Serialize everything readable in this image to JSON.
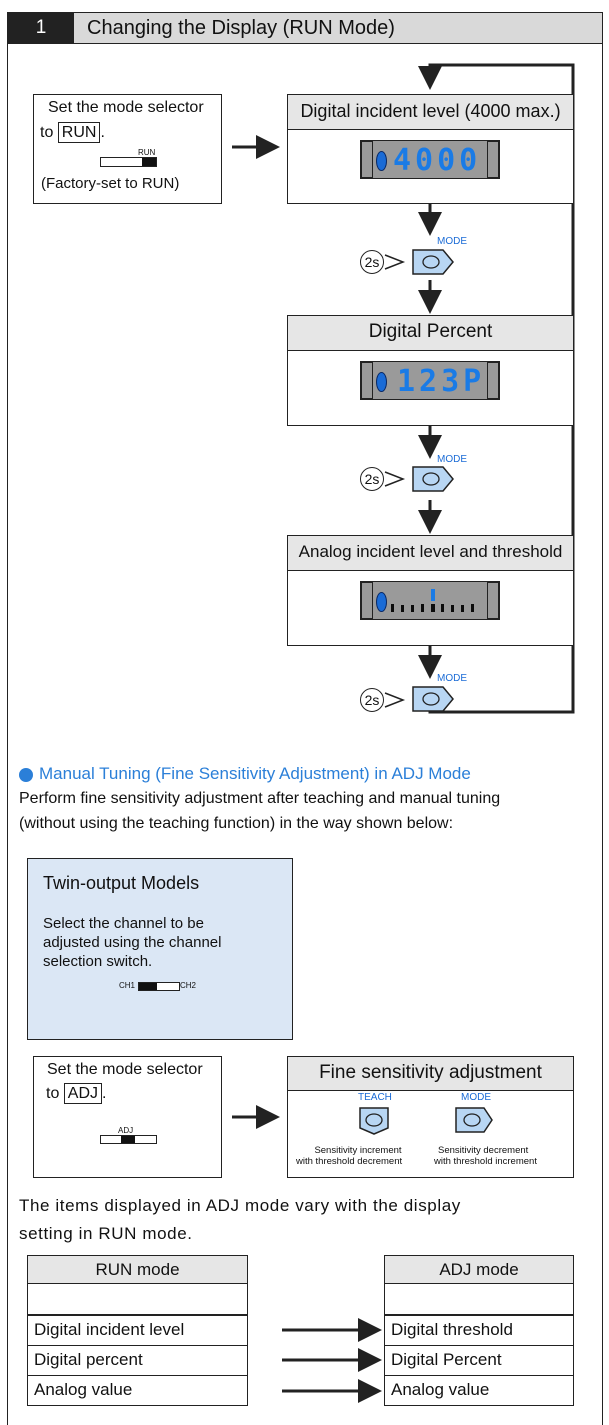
{
  "header": {
    "number": "1",
    "title": "Changing the Display (RUN Mode)"
  },
  "run_selector": {
    "line1": "Set the mode selector",
    "line2_prefix": "to",
    "tag": "RUN",
    "line2_suffix": ".",
    "switch_label": "RUN",
    "note": "(Factory-set to RUN)"
  },
  "cards": [
    {
      "title": "Digital incident level (4000 max.)",
      "display": "4000"
    },
    {
      "title": "Digital Percent",
      "display": "123P"
    },
    {
      "title": "Analog incident level and threshold",
      "display": "analog-bar"
    }
  ],
  "mode_steps": [
    {
      "time": "2s",
      "label": "MODE"
    },
    {
      "time": "2s",
      "label": "MODE"
    },
    {
      "time": "2s",
      "label": "MODE"
    }
  ],
  "manual_tuning": {
    "heading": "Manual Tuning (Fine Sensitivity Adjustment) in ADJ Mode",
    "line1": "Perform fine sensitivity adjustment after teaching and manual tuning",
    "line2": "(without using the teaching function) in the way shown below:"
  },
  "twin": {
    "title": "Twin-output Models",
    "l1": "Select the channel to be",
    "l2": "adjusted using the channel",
    "l3": "selection switch.",
    "ch1": "CH1",
    "ch2": "CH2"
  },
  "adj_selector": {
    "line1": "Set the mode selector",
    "line2_prefix": "to",
    "tag": "ADJ",
    "line2_suffix": ".",
    "switch_label": "ADJ"
  },
  "fine": {
    "title": "Fine sensitivity adjustment",
    "teach_label": "TEACH",
    "mode_label": "MODE",
    "teach_d1": "Sensitivity increment",
    "teach_d2": "with threshold decrement",
    "mode_d1": "Sensitivity decrement",
    "mode_d2": "with threshold increment"
  },
  "items_text": {
    "line1": "The items displayed in ADJ mode vary with the display",
    "line2": "setting in RUN mode."
  },
  "table": {
    "run_header": "RUN mode",
    "adj_header": "ADJ mode",
    "rows": [
      {
        "run": "Digital incident level",
        "adj": "Digital threshold"
      },
      {
        "run": "Digital percent",
        "adj": "Digital Percent"
      },
      {
        "run": "Analog value",
        "adj": "Analog value"
      }
    ]
  }
}
